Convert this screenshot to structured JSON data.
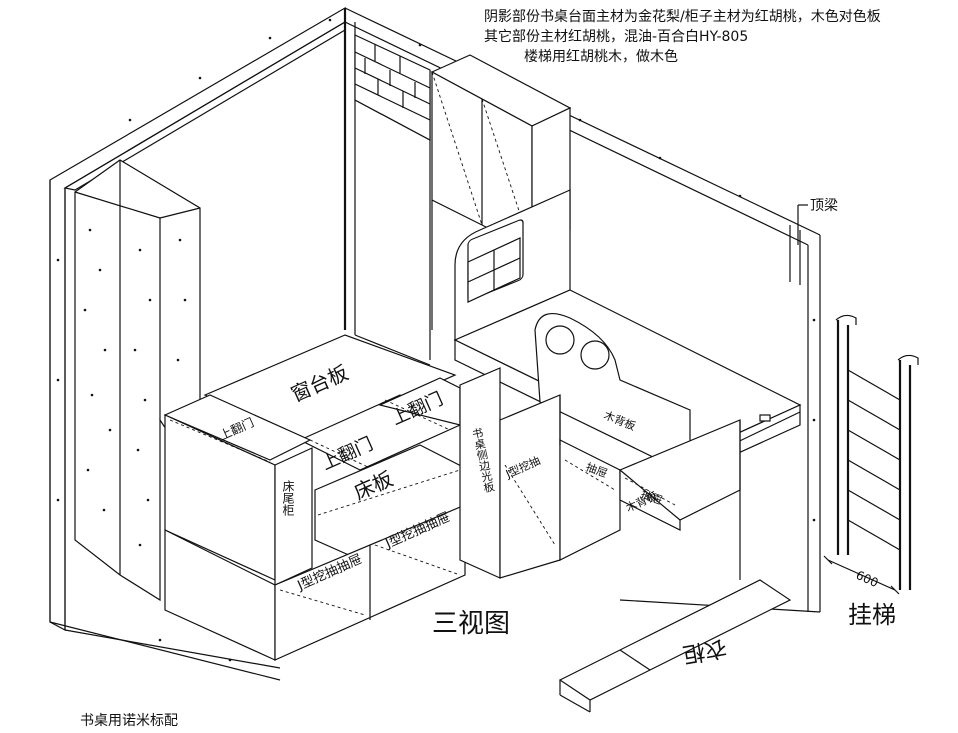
{
  "notes": {
    "line1": "阴影部份书桌台面主材为金花梨/柜子主材为红胡桃，木色对色板",
    "line2": "其它部份主材红胡桃，混油-百合白HY-805",
    "line3": "楼梯用红胡桃木，做木色",
    "bottom_left": "书桌用诺米标配"
  },
  "labels": {
    "view_title": "三视图",
    "ladder": "挂梯",
    "top_beam": "顶梁",
    "window_sill": "窗台板",
    "flip_door_a": "上翻门",
    "flip_door_b": "上翻门",
    "flip_door_c": "上翻门",
    "bed_board": "床板",
    "bed_end_cabinet": "床尾柜",
    "j_drawer_a": "J型挖抽抽屉",
    "j_drawer_b": "J型挖抽抽屉",
    "j_drawer_c": "J型挖抽",
    "drawer_a": "抽屉",
    "drawer_b": "抽屉",
    "side_panel": "书桌侧边光板",
    "wood_back_a": "木背板",
    "wood_back_b": "木背板",
    "wardrobe": "衣柜",
    "dim_600": "600"
  }
}
